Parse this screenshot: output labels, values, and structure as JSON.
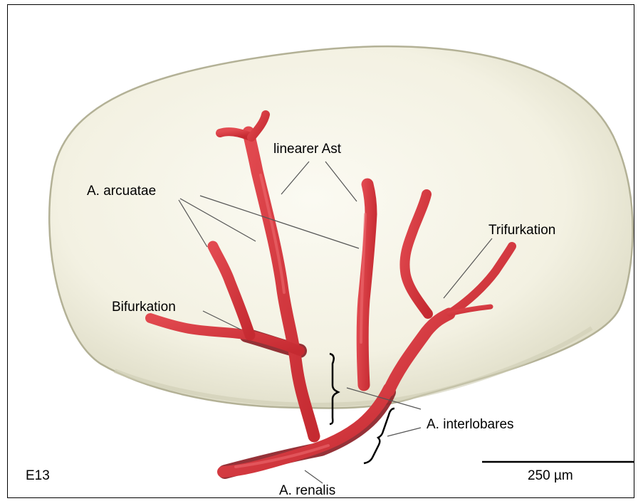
{
  "labels": {
    "linearer_ast": "linearer Ast",
    "a_arcuatae": "A. arcuatae",
    "trifurkation": "Trifurkation",
    "bifurkation": "Bifurkation",
    "a_interlobares": "A. interlobares",
    "a_renalis": "A. renalis",
    "stage": "E13",
    "scale_bar": "250 µm"
  },
  "colors": {
    "kidney_fill": "#f5f3e6",
    "kidney_edge": "#a9a78e",
    "vessel": "#d8383f",
    "vessel_shadow": "#8a1c22",
    "leader_lines": "#555555"
  }
}
